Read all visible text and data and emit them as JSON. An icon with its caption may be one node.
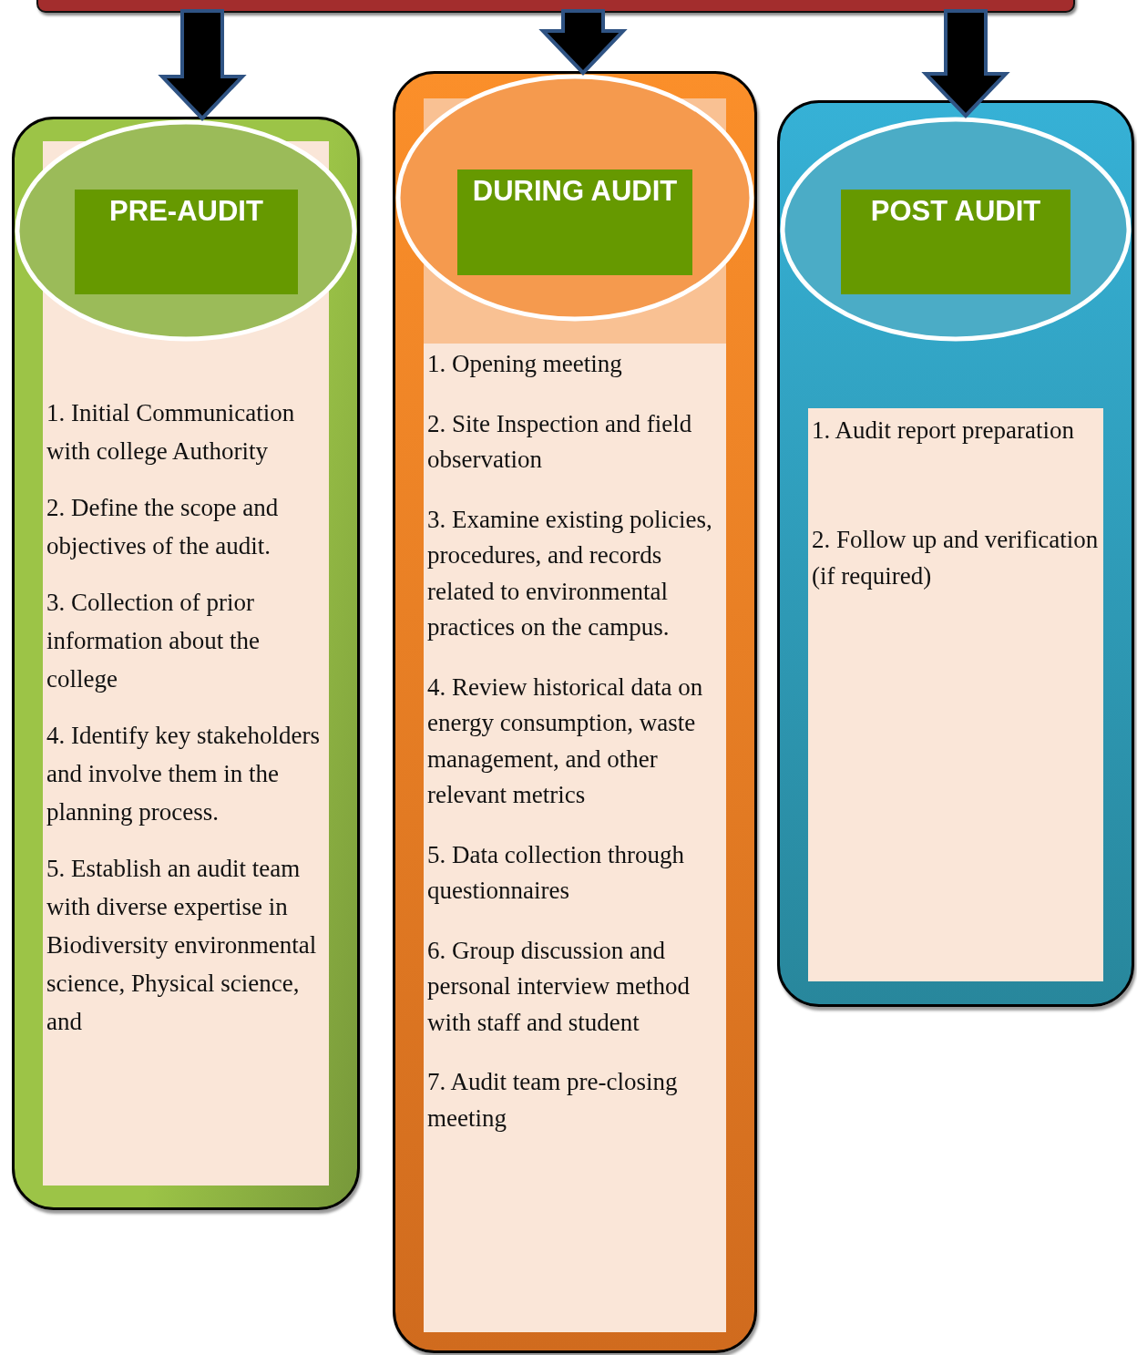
{
  "diagram": {
    "nodes": [
      {
        "text": [],
        "shape": "bar"
      },
      {
        "text": [
          "PRE-AUDIT",
          "1. Initial Communication with college Authority",
          "2. Define the scope and objectives of the audit.",
          "3. Collection of prior information about the college",
          "4. Identify key stakeholders and involve them in the planning process.",
          "5. Establish an audit team with diverse expertise in Biodiversity environmental science, Physical science, and"
        ]
      },
      {
        "text": [
          "DURING AUDIT",
          "1. Opening meeting",
          "2. Site Inspection and field observation",
          "3. Examine existing policies, procedures, and records related to environmental practices on the campus.",
          "4. Review historical data on energy consumption, waste management, and other relevant metrics",
          "5. Data collection through questionnaires",
          "6. Group discussion and personal interview method with staff and student",
          "7. Audit team pre-closing meeting"
        ]
      },
      {
        "text": [
          "POST AUDIT",
          "1. Audit report preparation",
          "2. Follow up and verification (if required)"
        ]
      }
    ],
    "edges": [
      {
        "from": 0,
        "to": 1,
        "arrow": "to",
        "style": "thick"
      },
      {
        "from": 0,
        "to": 2,
        "arrow": "to",
        "style": "thick"
      },
      {
        "from": 0,
        "to": 3,
        "arrow": "to",
        "style": "thick"
      }
    ]
  }
}
